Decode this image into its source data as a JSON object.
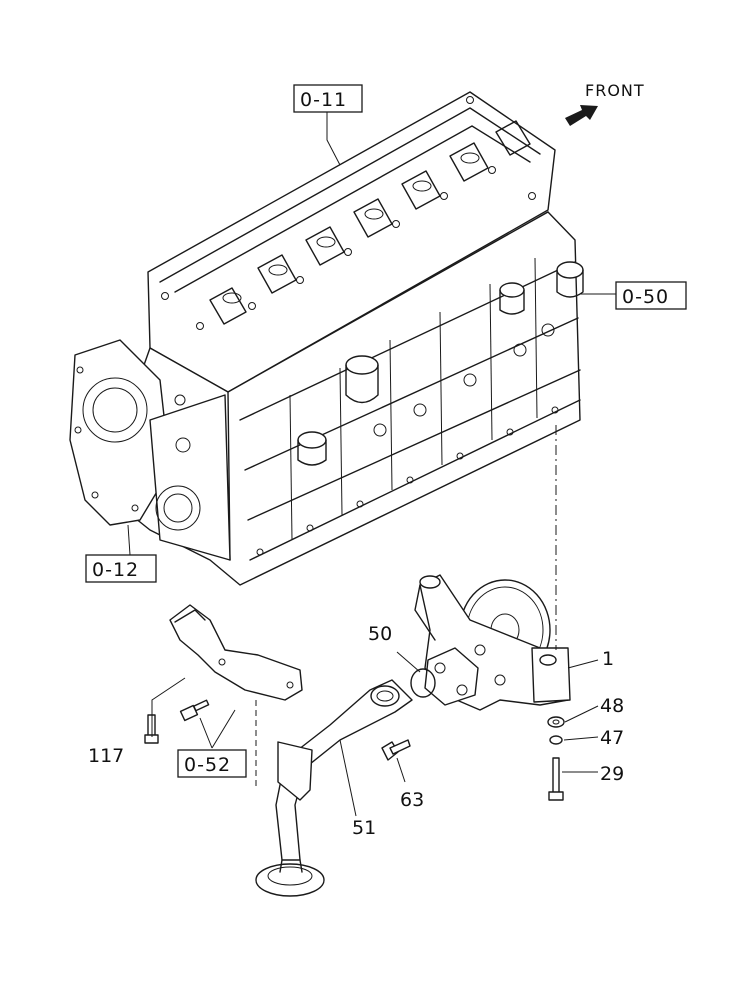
{
  "front_label": "FRONT",
  "refs": {
    "ref_0_11": "0-11",
    "ref_0_50": "0-50",
    "ref_0_12": "0-12",
    "ref_0_52": "0-52"
  },
  "parts": {
    "p1": "1",
    "p48": "48",
    "p47": "47",
    "p29": "29",
    "p50": "50",
    "p117": "117",
    "p63": "63",
    "p51": "51"
  }
}
